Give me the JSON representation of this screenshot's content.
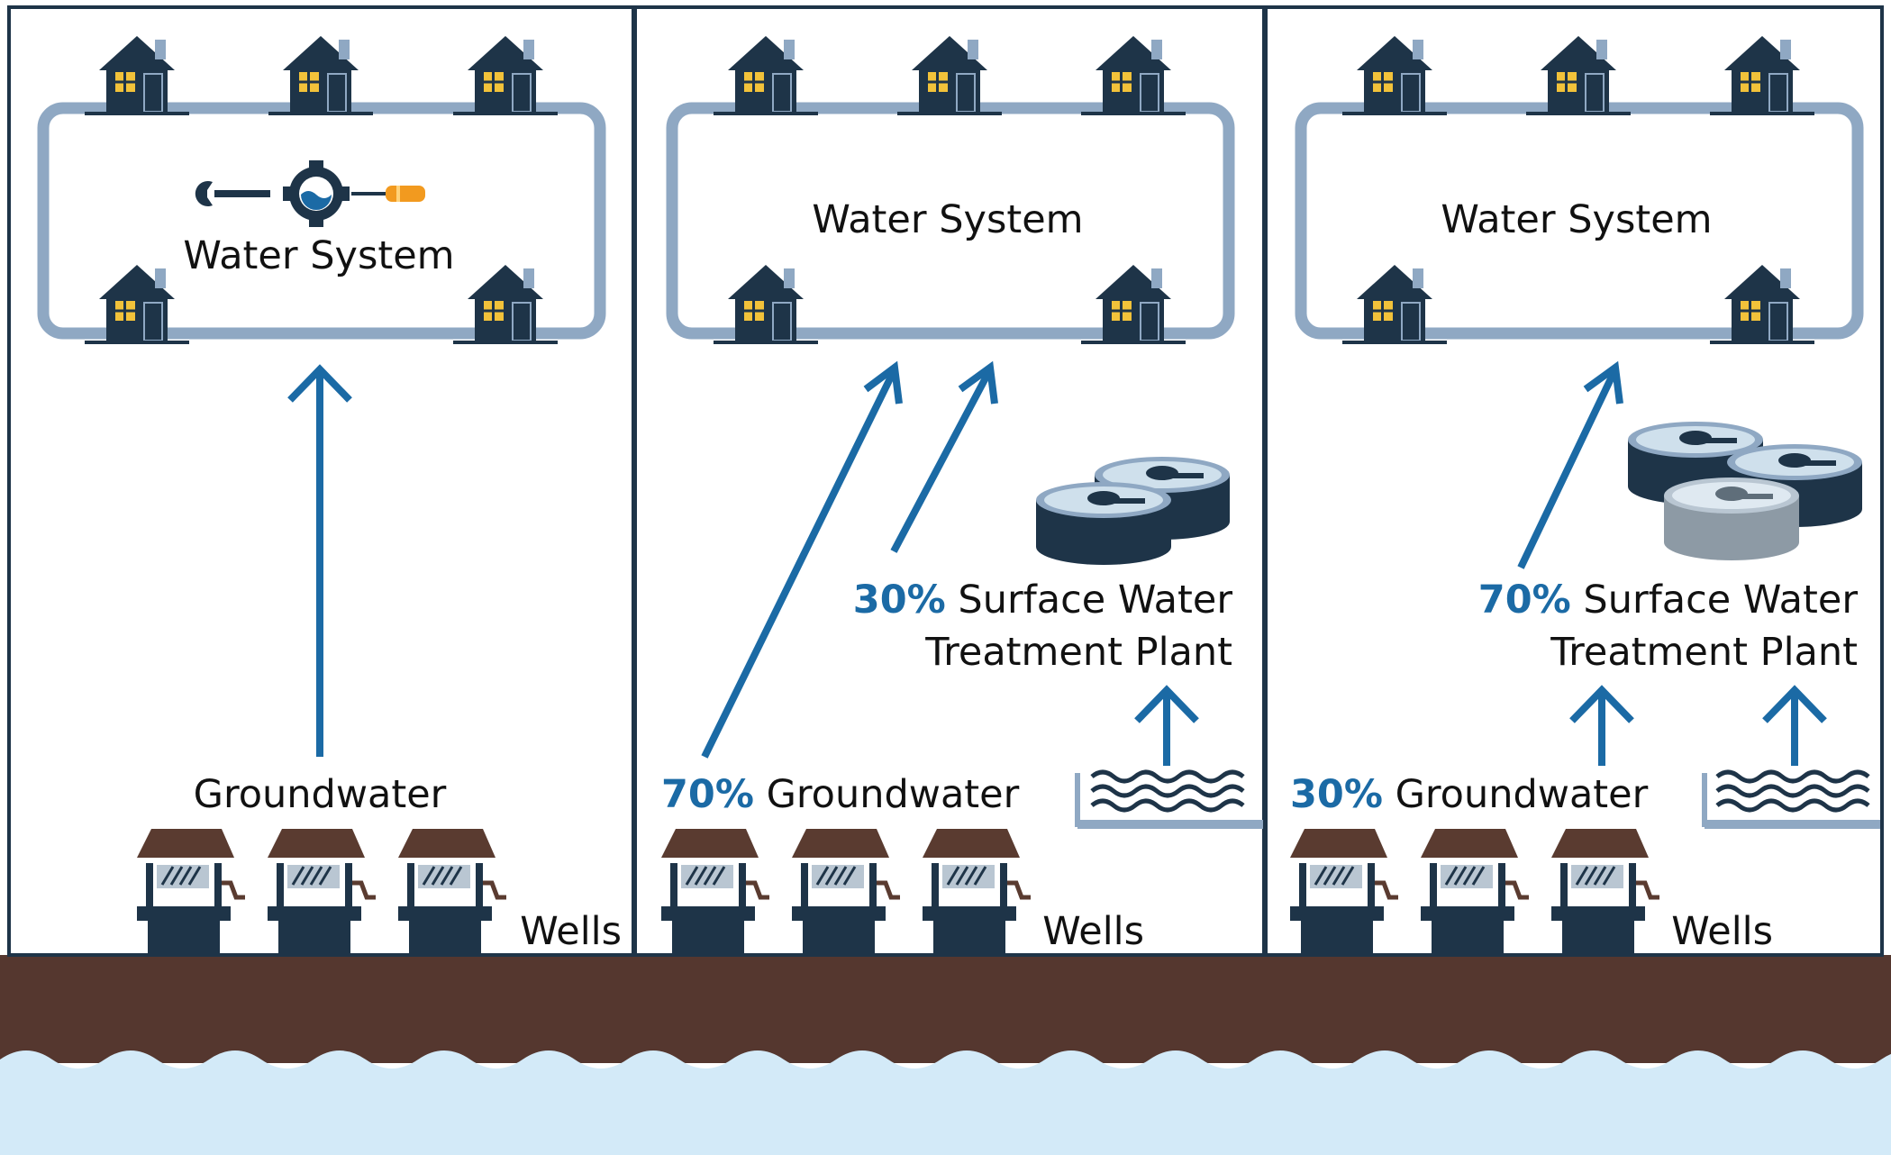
{
  "colors": {
    "house": "#1e3448",
    "window": "#f2c23a",
    "pipe": "#8fa8c3",
    "arrow": "#1b6aa5",
    "percent_text": "#1b6aa5",
    "soil": "#55372f",
    "aquifer": "#d3eaf8",
    "wave": "#1e3448",
    "tank_dark": "#1e3448",
    "tank_mid": "#2f5670",
    "tank_light": "#8d9aa5",
    "well_roof": "#5a3b30",
    "well_body": "#1e3448",
    "panel_border": "#1e3448"
  },
  "panel1": {
    "water_system": "Water System",
    "groundwater": "Groundwater",
    "wells": "Wells",
    "maintenance_icons": [
      "wrench-icon",
      "gear-water-icon",
      "screwdriver-icon"
    ]
  },
  "panel2": {
    "water_system": "Water System",
    "gw_percent": "70%",
    "groundwater": "Groundwater",
    "sw_percent": "30%",
    "surface_water_line1": "Surface Water",
    "surface_water_line2": "Treatment Plant",
    "wells": "Wells"
  },
  "panel3": {
    "water_system": "Water System",
    "gw_percent": "30%",
    "groundwater": "Groundwater",
    "sw_percent": "70%",
    "surface_water_line1": "Surface Water",
    "surface_water_line2": "Treatment Plant",
    "wells": "Wells"
  }
}
